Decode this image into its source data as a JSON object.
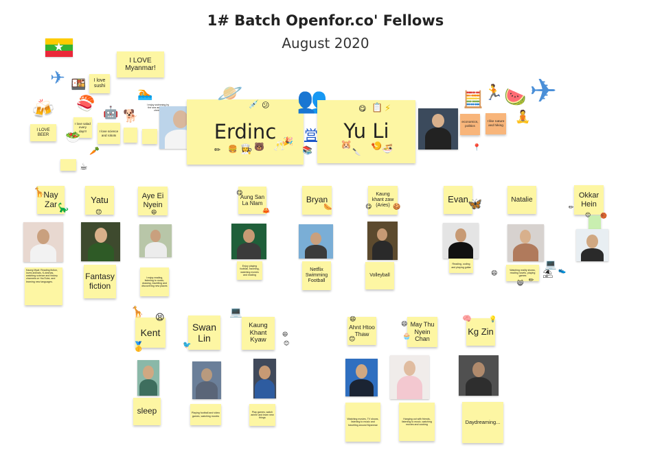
{
  "header": {
    "title": "1# Batch Openfor.co' Fellows",
    "subtitle": "August 2020"
  },
  "colors": {
    "sticky_yellow": "#fdf6a3",
    "sticky_orange": "#f8b57a",
    "link_blue": "#1a56c8"
  },
  "hosts": {
    "erdinc": "Erdinc",
    "yuli": "Yu Li",
    "kanji": "営"
  },
  "notes": {
    "love_myanmar": "I LOVE Myanmar!",
    "love_sushi": "I love sushi",
    "love_beer": "I LOVE BEER",
    "love_veg": "I love salad every day!!!",
    "love_robots": "I love science and robots",
    "swim": "I enjoy swimming by the sea and Swiss cheese",
    "economics": "economics, politics",
    "nature": "I like nature and hiking"
  },
  "fellows": {
    "nayzar": {
      "name": "Nay Zar",
      "note": "Kaung Myat: Reading fiction, loves animals, K-dramas, watching science and history channels on YouTube, and learning new languages."
    },
    "yatu": {
      "name": "Yatu",
      "note": "Fantasy fiction"
    },
    "ayeei": {
      "name": "Aye Ei Nyein",
      "note": "I enjoy reading, listening to music, drawing, travelling and discovering new places"
    },
    "aung": {
      "name": "Aung San La Nlam",
      "note": "Enjoy playing football, traveling, watching movies and reading"
    },
    "bryan": {
      "name": "Bryan",
      "note": "Netflix Swimming Football"
    },
    "kaungkhant_aries": {
      "name": "Kaung khant zaw (Aries)",
      "note": "Volleyball"
    },
    "evan": {
      "name": "Evan",
      "note": "Reading, coding and playing guitar"
    },
    "natalie": {
      "name": "Natalie",
      "note": "Watching reality shows, reading novels, playing games"
    },
    "okkar": {
      "name": "Okkar Hein",
      "note": ""
    },
    "kent": {
      "name": "Kent",
      "note": "sleep"
    },
    "swanlin": {
      "name": "Swan Lin",
      "note": "Playing football and video games, watching movies"
    },
    "kaungkhantkyaw": {
      "name": "Kaung Khant Kyaw",
      "note": "Play games, watch anime and learn new things"
    },
    "ahnt": {
      "name": "Ahnt Htoo Thaw",
      "note": "Watching movies, TV shows, listening to music and travelling around Myanmar"
    },
    "maythu": {
      "name": "May Thu Nyein Chan",
      "note": "Hanging out with friends, listening to music, watching movies and cooking"
    },
    "kgzin": {
      "name": "Kg Zin",
      "note": "Daydreaming..."
    }
  },
  "icons": {
    "flag": "myanmar-flag-icon",
    "plane": "airplane-icon",
    "sushi": "sushi-icon",
    "beer": "beer-mugs-icon",
    "salad": "salad-icon",
    "robot": "robot-icon",
    "dog": "dog-icon",
    "swimmer": "swimmer-icon",
    "planet": "ringed-planet-icon",
    "people": "people-hugging-icon",
    "abacus": "abacus-icon",
    "runner": "runner-icon",
    "watermelon": "watermelon-icon"
  }
}
